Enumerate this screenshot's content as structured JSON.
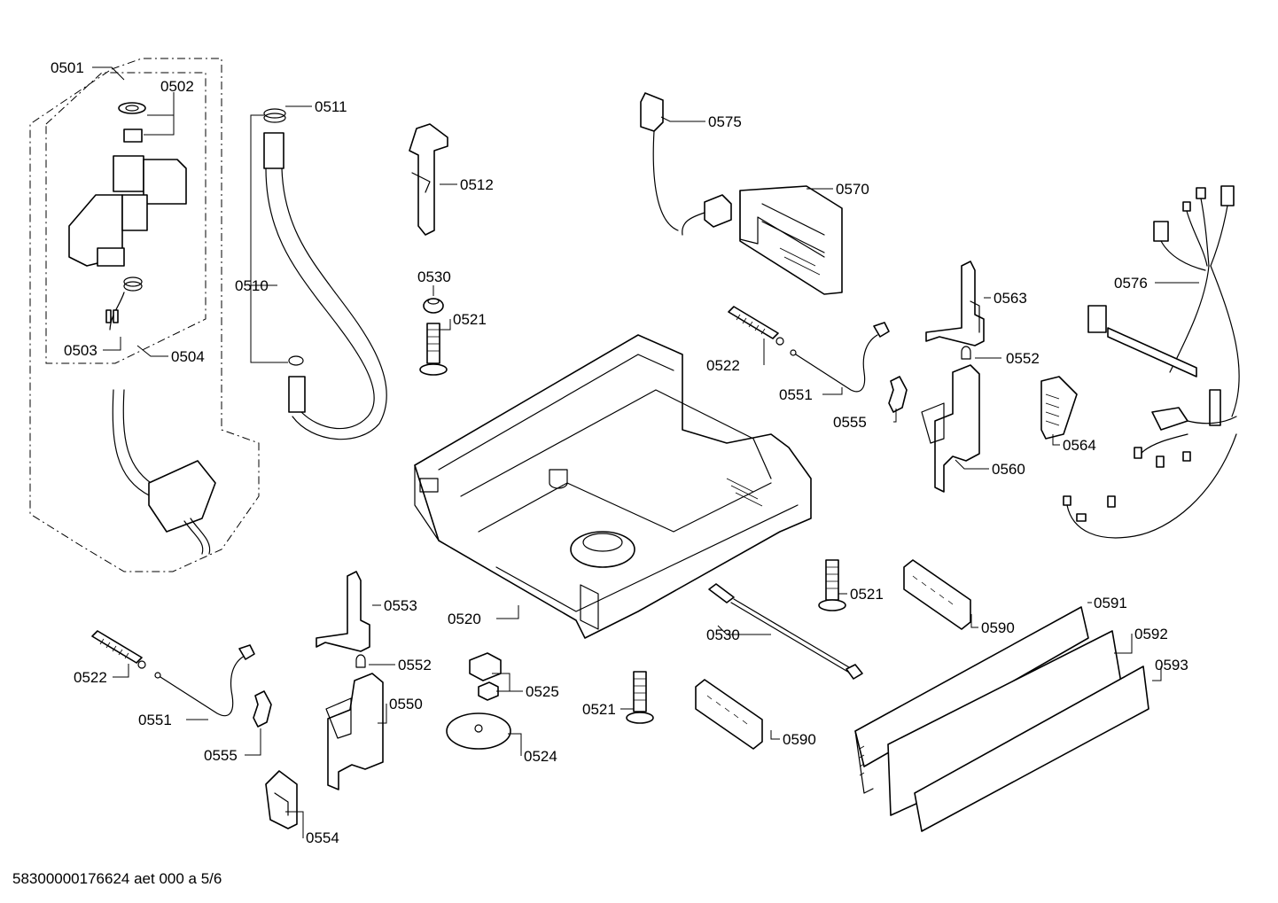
{
  "labels": {
    "p0501": "0501",
    "p0502": "0502",
    "p0503": "0503",
    "p0504": "0504",
    "p0510": "0510",
    "p0511": "0511",
    "p0512": "0512",
    "p0530a": "0530",
    "p0521a": "0521",
    "p0520": "0520",
    "p0575": "0575",
    "p0570": "0570",
    "p0576": "0576",
    "p0522a": "0522",
    "p0551a": "0551",
    "p0555a": "0555",
    "p0563": "0563",
    "p0552a": "0552",
    "p0560": "0560",
    "p0564": "0564",
    "p0521b": "0521",
    "p0590a": "0590",
    "p0530b": "0530",
    "p0591": "0591",
    "p0592": "0592",
    "p0593": "0593",
    "p0553": "0553",
    "p0552b": "0552",
    "p0550": "0550",
    "p0525": "0525",
    "p0524": "0524",
    "p0521c": "0521",
    "p0590b": "0590",
    "p0522b": "0522",
    "p0551b": "0551",
    "p0555b": "0555",
    "p0554": "0554"
  },
  "footer": "58300000176624 aet 000 a 5/6"
}
